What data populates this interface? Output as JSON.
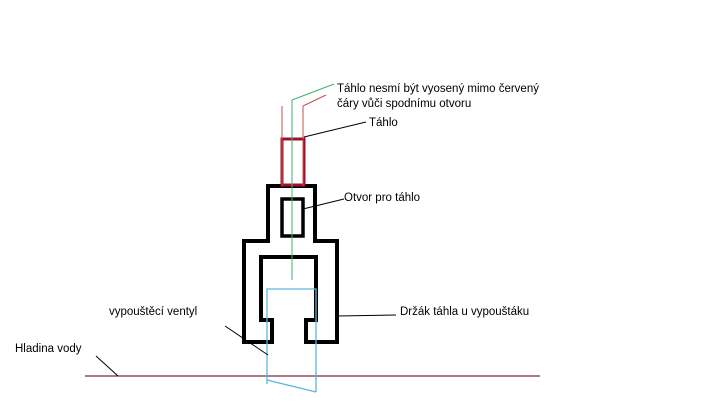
{
  "labels": {
    "rod_offset_note_line1": "Táhlo nesmí být vyosený mimo červený",
    "rod_offset_note_line2": "čáry   vůči spodnímu otvoru",
    "rod": "Táhlo",
    "rod_hole": "Otvor pro táhlo",
    "drain_valve": "vypouštěcí ventyl",
    "rod_holder": "Držák táhla u vypouštáku",
    "water_level": "Hladina vody"
  },
  "colors": {
    "outline": "#000000",
    "rod": "#a0102a",
    "guide_red": "#c0504d",
    "guide_green": "#3cb371",
    "valve": "#5bb8d8",
    "water": "#7a2a40"
  }
}
